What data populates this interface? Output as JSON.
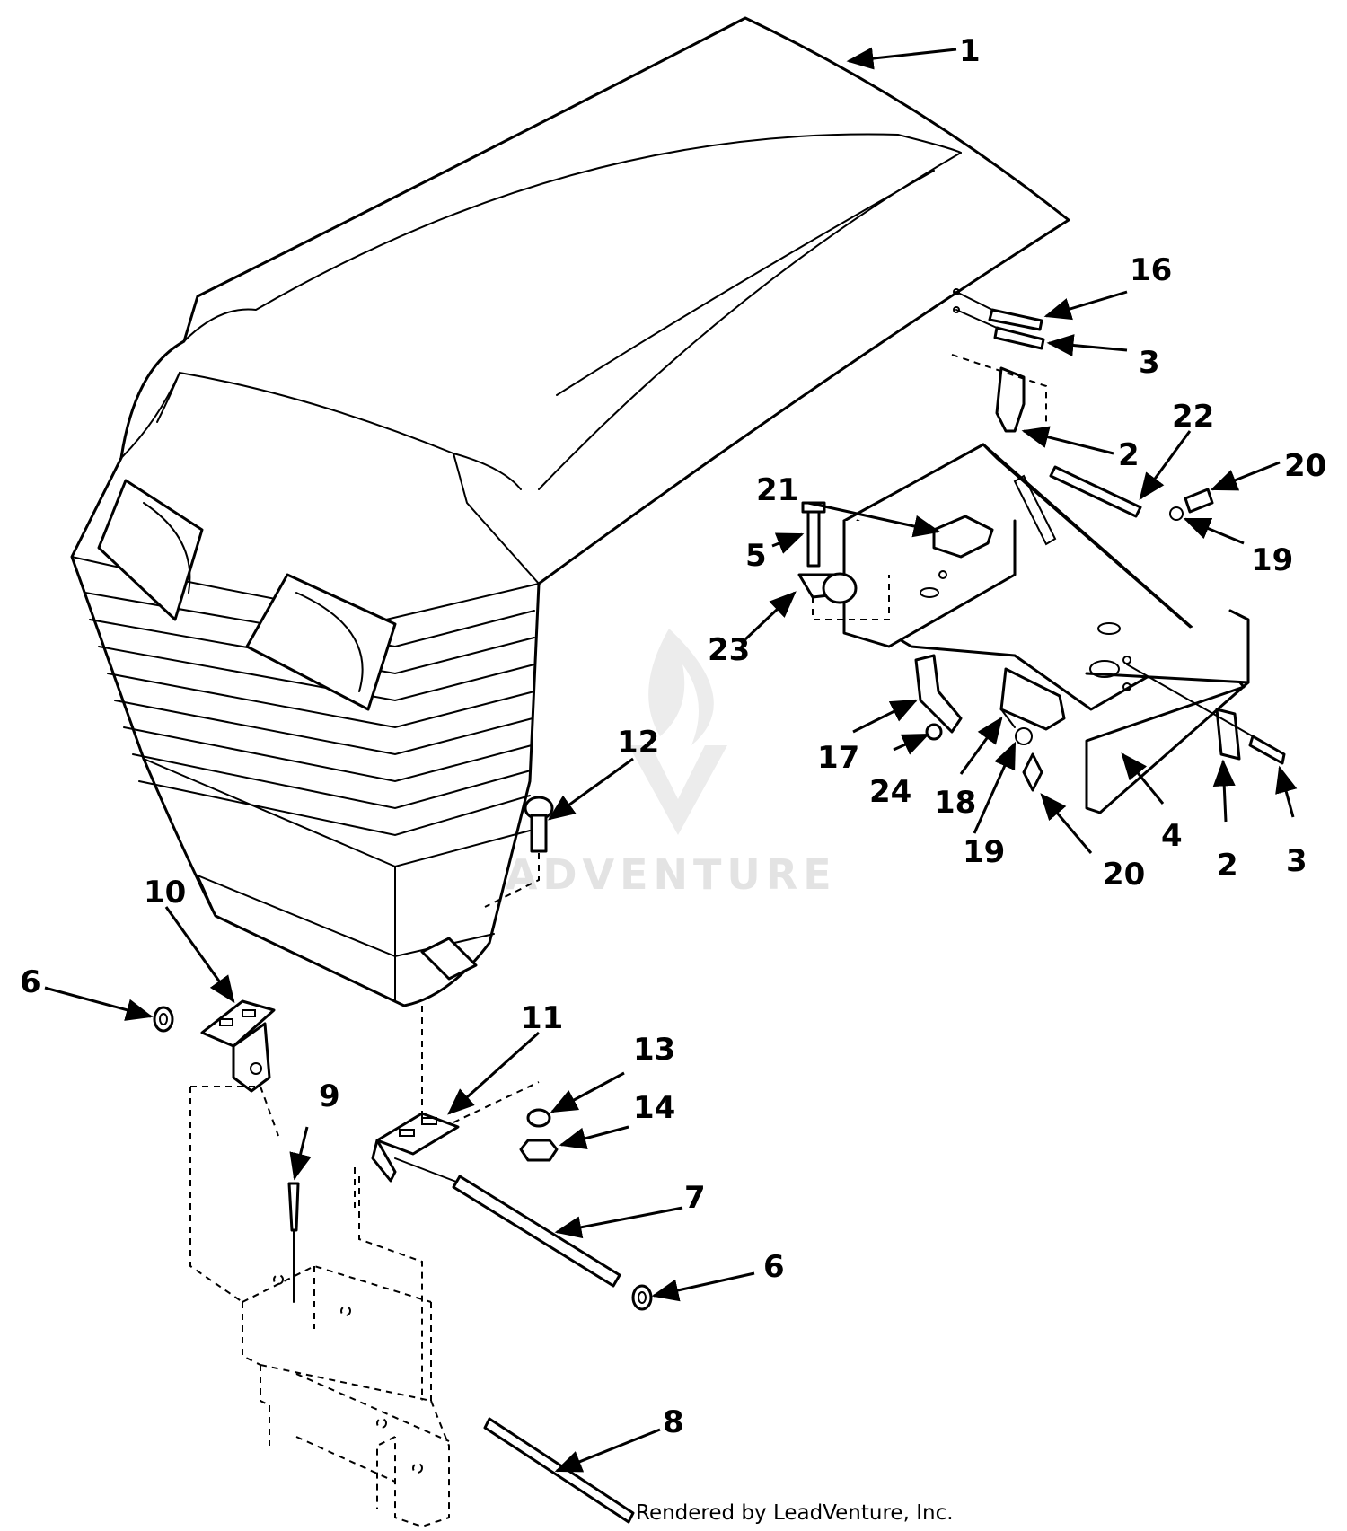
{
  "diagram": {
    "credit": "Rendered by LeadVenture, Inc.",
    "watermark": "LEADVENTURE",
    "callouts": [
      "1",
      "16",
      "3",
      "2",
      "22",
      "20",
      "21",
      "5",
      "19",
      "23",
      "17",
      "24",
      "18",
      "19",
      "20",
      "4",
      "2",
      "3",
      "12",
      "10",
      "6",
      "11",
      "13",
      "14",
      "9",
      "7",
      "6",
      "8"
    ]
  }
}
